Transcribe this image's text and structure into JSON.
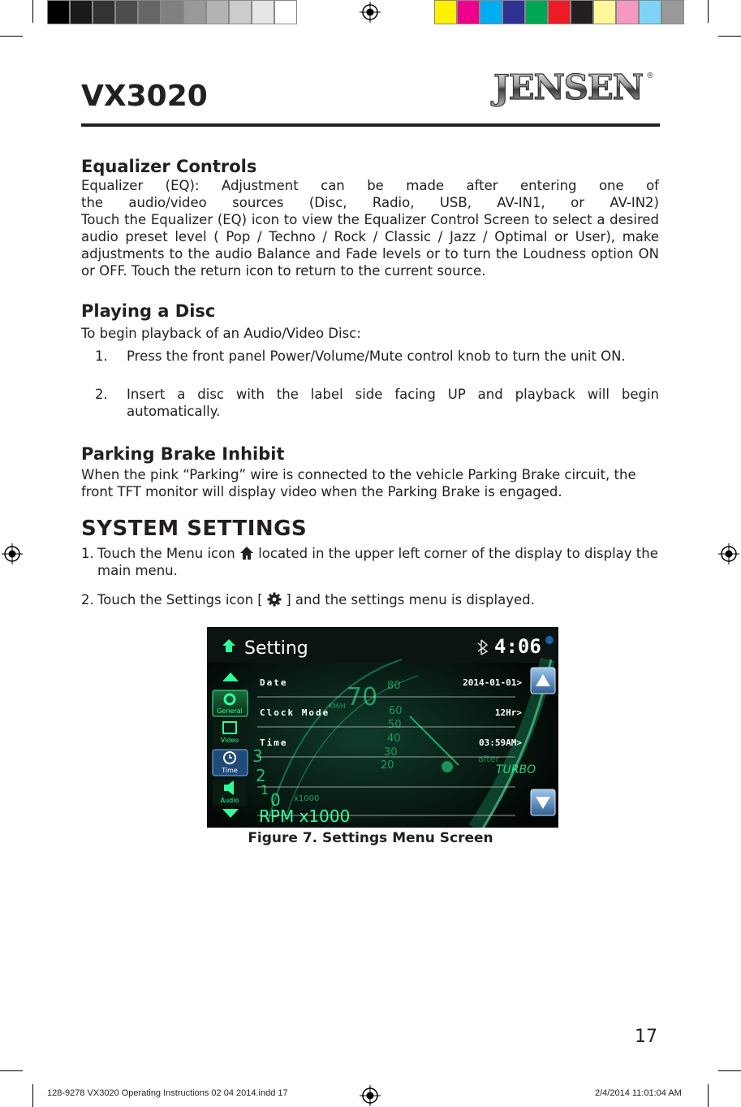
{
  "header": {
    "model": "VX3020",
    "brand": "JENSEN",
    "brand_mark": "®"
  },
  "eq": {
    "title": "Equalizer Controls",
    "line1": "Equalizer (EQ): Adjustment can be made after entering one of",
    "line2": "the audio/video sources (Disc, Radio, USB, AV-IN1, or AV-IN2)",
    "body": "Touch the Equalizer (EQ) icon to view the Equalizer Control Screen to select a desired audio preset level ( Pop / Techno / Rock / Classic / Jazz  / Optimal or User), make adjustments to the audio Balance and Fade levels or to turn the Loudness option ON or OFF.  Touch the return icon to return to the current source."
  },
  "disc": {
    "title": "Playing a Disc",
    "intro": "To begin playback of an Audio/Video Disc:",
    "steps": [
      {
        "n": "1.",
        "text": "Press the front panel Power/Volume/Mute control knob to turn the unit ON."
      },
      {
        "n": "2.",
        "text": "Insert a disc with the label side facing UP and playback will begin automatically."
      }
    ]
  },
  "brake": {
    "title": "Parking Brake Inhibit",
    "body": "When the pink “Parking” wire is connected to the vehicle Parking Brake circuit, the front TFT monitor will display video when the Parking Brake is engaged."
  },
  "system": {
    "title": "SYSTEM SETTINGS",
    "step1_n": "1.",
    "step1_a": "Touch the Menu icon",
    "step1_b": "located in the upper left corner of the display to display the main menu.",
    "step2_n": "2.",
    "step2_a": "Touch the Settings icon [",
    "step2_b": "] and the settings menu is displayed."
  },
  "screen": {
    "title": "Setting",
    "clock": "4:06",
    "side_tabs": [
      "General",
      "Video",
      "Time",
      "Audio"
    ],
    "rows": [
      {
        "label": "Date",
        "value": "2014-01-01>"
      },
      {
        "label": "Clock Mode",
        "value": "12Hr>"
      },
      {
        "label": "Time",
        "value": "03:59AM>"
      }
    ],
    "gauge_numbers": [
      "70",
      "80",
      "60",
      "50",
      "40",
      "30",
      "20",
      "3",
      "2",
      "1",
      "0"
    ],
    "gauge_units": [
      "KM/H",
      "x1000"
    ],
    "rpm_label": "RPM x1000",
    "turbo": "TURBO",
    "after": "after"
  },
  "caption": "Figure 7. Settings Menu Screen",
  "page_number": "17",
  "slug": {
    "left": "128-9278 VX3020 Operating Instructions  02 04 2014.indd   17",
    "right": "2/4/2014   11:01:04 AM"
  },
  "colors": {
    "text": "#231f20",
    "screen_accent": "#2dff9a",
    "screen_bg": "#050908"
  }
}
